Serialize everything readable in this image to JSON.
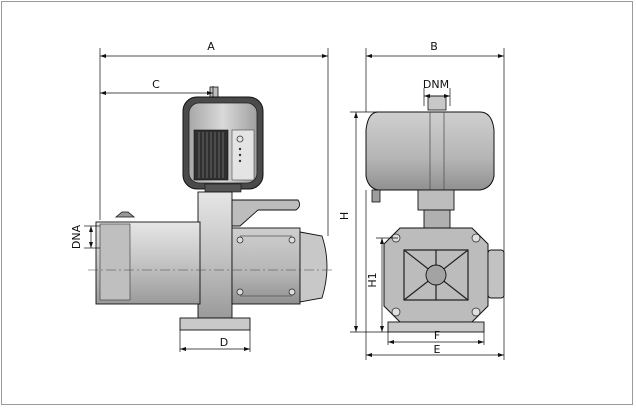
{
  "labels": {
    "A": "A",
    "B": "B",
    "C": "C",
    "D": "D",
    "DNA": "DNA",
    "DNM": "DNM",
    "H": "H",
    "H1": "H1",
    "F": "F",
    "E": "E"
  },
  "colors": {
    "line": "#111111",
    "body_light": "#d6d6d6",
    "body_mid": "#b8b8b8",
    "body_dark": "#8c8c8c",
    "panel_dark": "#3a3a3a",
    "frame": "#9a9a9a"
  }
}
